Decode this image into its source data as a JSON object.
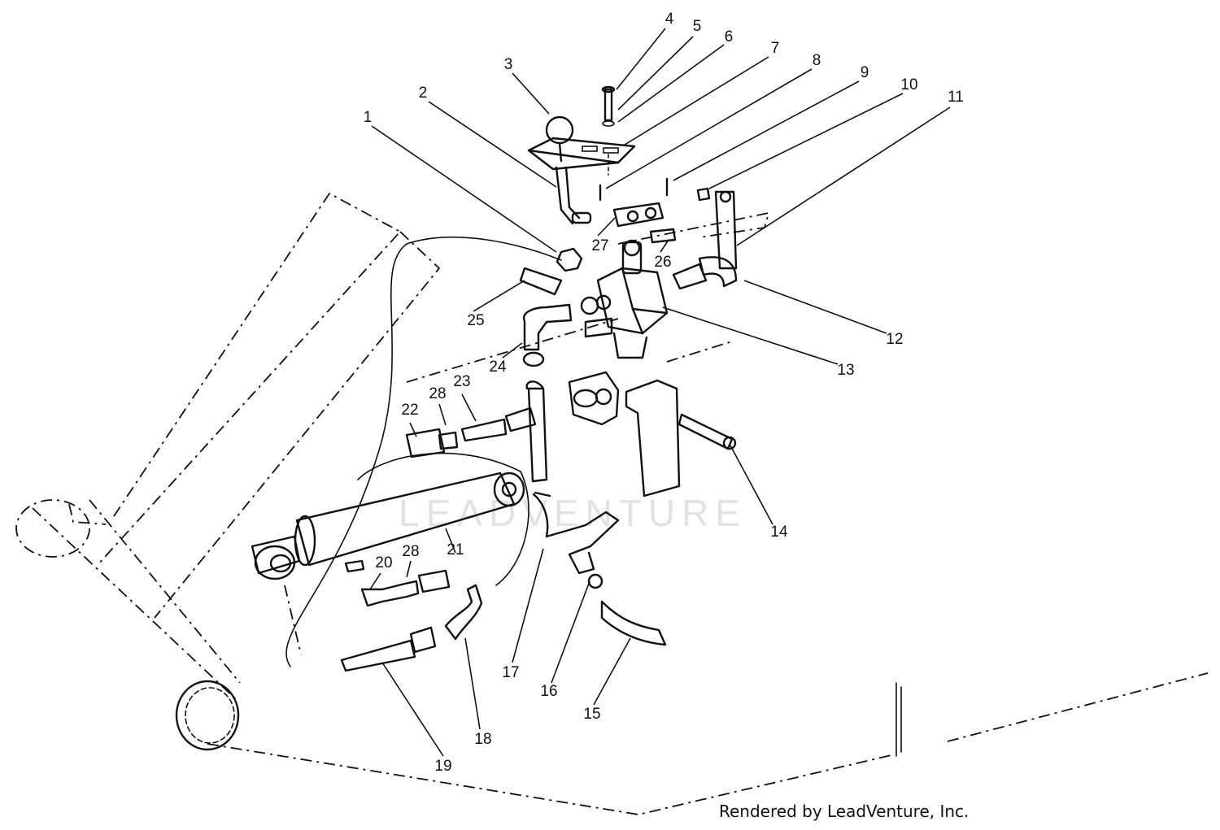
{
  "watermark": "LEADVENTURE",
  "credit": "Rendered by LeadVenture, Inc.",
  "callouts": [
    "1",
    "2",
    "3",
    "4",
    "5",
    "6",
    "7",
    "8",
    "9",
    "10",
    "11",
    "12",
    "13",
    "14",
    "15",
    "16",
    "17",
    "18",
    "19",
    "20",
    "21",
    "22",
    "23",
    "24",
    "25",
    "26",
    "27",
    "28",
    "28"
  ]
}
